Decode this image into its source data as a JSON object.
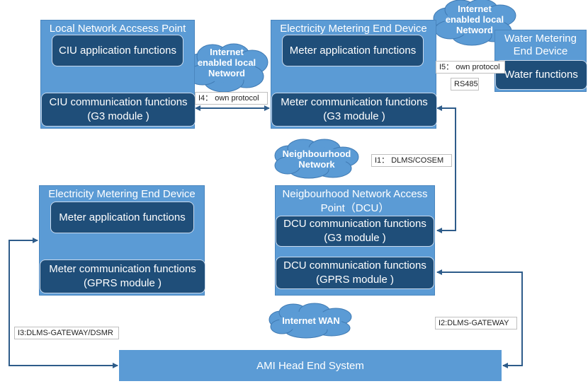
{
  "boxes": {
    "local_access_point": {
      "title": "Local Network Accsess Point",
      "app": "CIU application functions",
      "comm_line1": "CIU communication functions",
      "comm_line2": "(G3 module )"
    },
    "metering_device_top": {
      "title": "Electricity Metering End Device",
      "app": "Meter application functions",
      "comm_line1": "Meter communication functions",
      "comm_line2": "(G3 module )"
    },
    "water_device": {
      "title_line1": "Water Metering",
      "title_line2": "End Device",
      "func": "Water  functions"
    },
    "metering_device_bottom": {
      "title": "Electricity Metering End Device",
      "app": "Meter application functions",
      "comm_line1": "Meter communication functions",
      "comm_line2": "(GPRS module )"
    },
    "dcu": {
      "title_line1": "Neigbourhood Network Access",
      "title_line2": "Point（DCU）",
      "g3_line1": "DCU communication functions",
      "g3_line2": "(G3 module )",
      "gprs_line1": "DCU communication functions",
      "gprs_line2": "(GPRS module )"
    },
    "head_end": {
      "title": "AMI Head End System"
    }
  },
  "clouds": {
    "local": {
      "line1": "Internet",
      "line2": "enabled local",
      "line3": "Netword"
    },
    "top_right": {
      "line1": "Internet",
      "line2": "enabled local",
      "line3": "Netword"
    },
    "neighbourhood": {
      "line1": "Neighbourhood",
      "line2": "Network"
    },
    "wan": {
      "line1": "Internet WAN"
    }
  },
  "links": {
    "i4": "I4： own protocol",
    "i5": "I5： own protocol",
    "rs485": "RS485",
    "i1": "I1： DLMS/COSEM",
    "i2": "I2:DLMS-GATEWAY",
    "i3": "I3:DLMS-GATEWAY/DSMR"
  },
  "colors": {
    "outer_box": "#5b9bd5",
    "inner_box": "#1f4e79",
    "cloud": "#5b9bd5",
    "connector": "#2e5c8a"
  }
}
